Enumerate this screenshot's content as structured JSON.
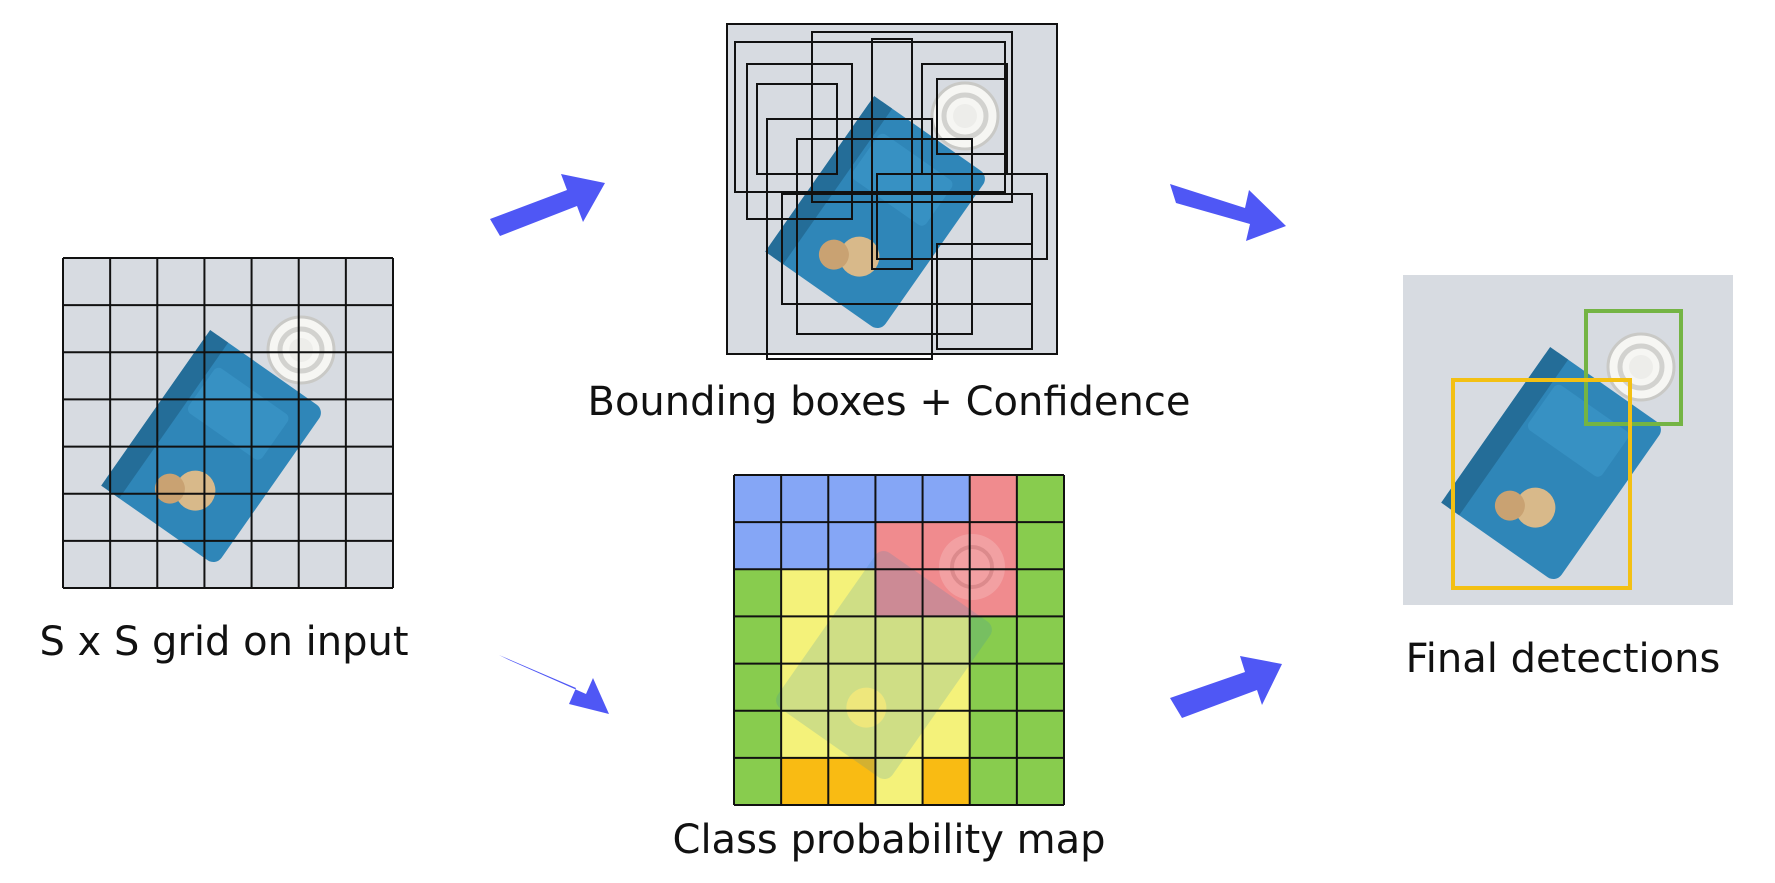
{
  "labels": {
    "grid": "S x S grid on input",
    "boxes": "Bounding boxes + Confidence",
    "classmap": "Class probability map",
    "final": "Final detections"
  },
  "grid_size": 7,
  "colors": {
    "arrow": "#4f57f5",
    "background_photo": "#d7dbe1",
    "grid_line": "#111111",
    "class_blue": "#85a6f6",
    "class_red": "#f08b8e",
    "class_green": "#88cc4e",
    "class_yellow": "#f4f27a",
    "class_orange": "#f9bb13",
    "detection_green": "#74b444",
    "detection_yellow": "#f3c013",
    "package_blue": "#2f86b8",
    "lid_white": "#f6f6f3"
  },
  "class_map": [
    [
      "blue",
      "blue",
      "blue",
      "blue",
      "blue",
      "red",
      "green"
    ],
    [
      "blue",
      "blue",
      "blue",
      "red",
      "red",
      "red",
      "green"
    ],
    [
      "green",
      "yellow",
      "yellow",
      "red",
      "red",
      "red",
      "green"
    ],
    [
      "green",
      "yellow",
      "yellow",
      "yellow",
      "yellow",
      "green",
      "green"
    ],
    [
      "green",
      "yellow",
      "yellow",
      "yellow",
      "yellow",
      "green",
      "green"
    ],
    [
      "green",
      "yellow",
      "yellow",
      "yellow",
      "yellow",
      "green",
      "green"
    ],
    [
      "green",
      "orange",
      "orange",
      "yellow",
      "orange",
      "green",
      "green"
    ]
  ],
  "detections": [
    {
      "class": "cup-lid",
      "color": "detection_green"
    },
    {
      "class": "package",
      "color": "detection_yellow"
    }
  ],
  "arrow_icons": [
    "arrow-right-up-icon",
    "arrow-right-down-icon",
    "arrow-right-down-icon",
    "arrow-right-up-icon"
  ]
}
